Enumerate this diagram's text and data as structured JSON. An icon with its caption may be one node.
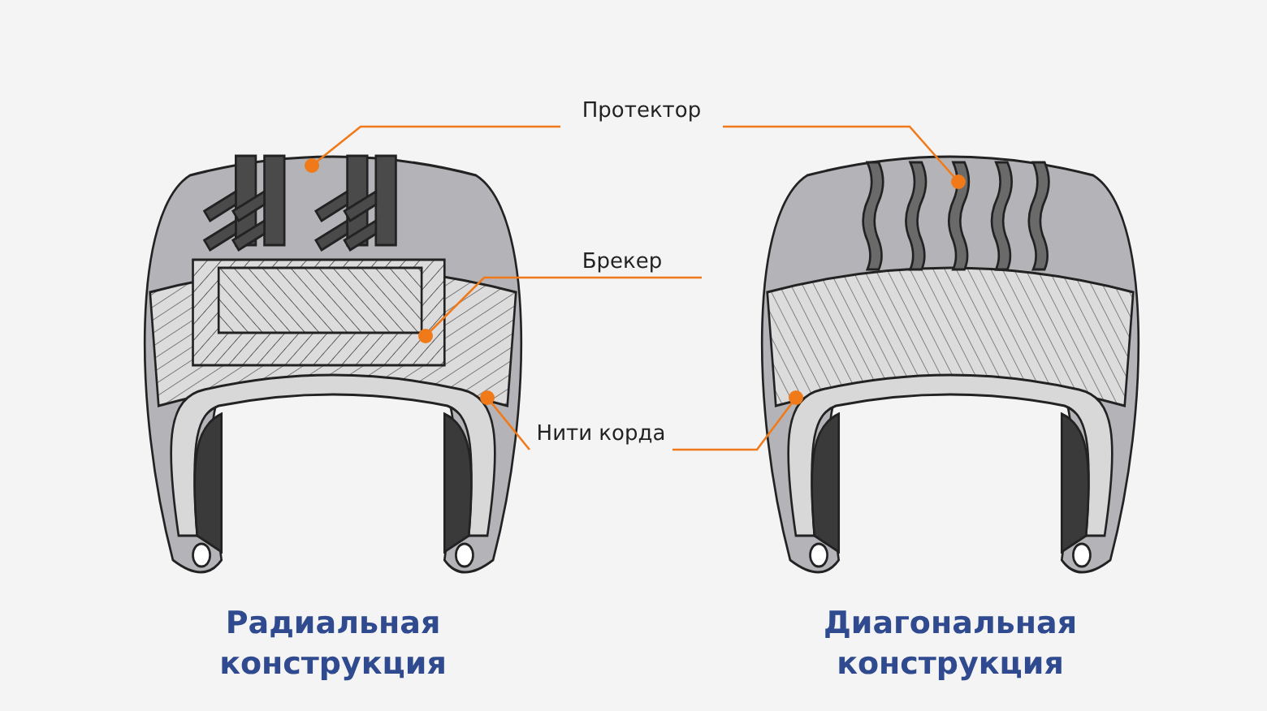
{
  "diagram": {
    "nodes": [
      {
        "text": [
          "Протектор"
        ]
      },
      {
        "text": [
          "Брекер"
        ]
      },
      {
        "text": [
          "Нити корда"
        ]
      }
    ],
    "edges": [
      {
        "from": 0,
        "to": null,
        "arrow": "other"
      },
      {
        "from": 0,
        "to": null,
        "arrow": "other"
      },
      {
        "from": 1,
        "to": null,
        "arrow": "other"
      },
      {
        "from": 2,
        "to": null,
        "arrow": "other"
      },
      {
        "from": 2,
        "to": null,
        "arrow": "other"
      }
    ],
    "labels": [
      "Радиальная конструкция",
      "Диагональная конструкция"
    ]
  }
}
